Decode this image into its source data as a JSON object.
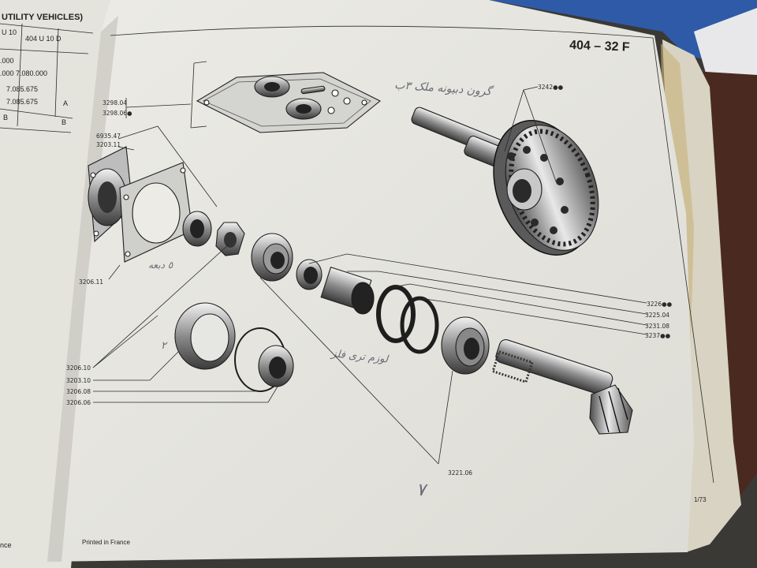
{
  "header": {
    "page_code": "404 – 32 F"
  },
  "footer": {
    "printed": "Printed in France",
    "sheet": "1/73",
    "left_fragment": "nce"
  },
  "left_page": {
    "title_fragment": "UTILITY VEHICLES)",
    "col_header_1": "U 10",
    "col_header_2": "404 U 10 D",
    "rows": [
      ".000",
      ".000  7.080.000",
      "7.085.675",
      "7.085.675"
    ],
    "row_col_a": "A",
    "row_col_b": "B",
    "bottom_left": "B"
  },
  "callouts": {
    "gasket_top": "3298.04",
    "gasket_bottom": "3298.06●",
    "flange_a": "6935.47",
    "flange_b": "3203.11",
    "plate": "3206.11",
    "crown": "3242●●",
    "r1": "3226●●",
    "r2": "3225.04",
    "r3": "3231.08",
    "r4": "3237●●",
    "l1": "3206.10",
    "l2": "3203.10",
    "l3": "3206.08",
    "l4": "3206.06",
    "bottom": "3221.06"
  },
  "handwriting": {
    "top": "گرون دبیونه ملک ۳ب",
    "middle": "لوزم تری فلز",
    "left_a": "٥ دبعه",
    "mark_left": "٢",
    "mark_bottom": "٧"
  }
}
